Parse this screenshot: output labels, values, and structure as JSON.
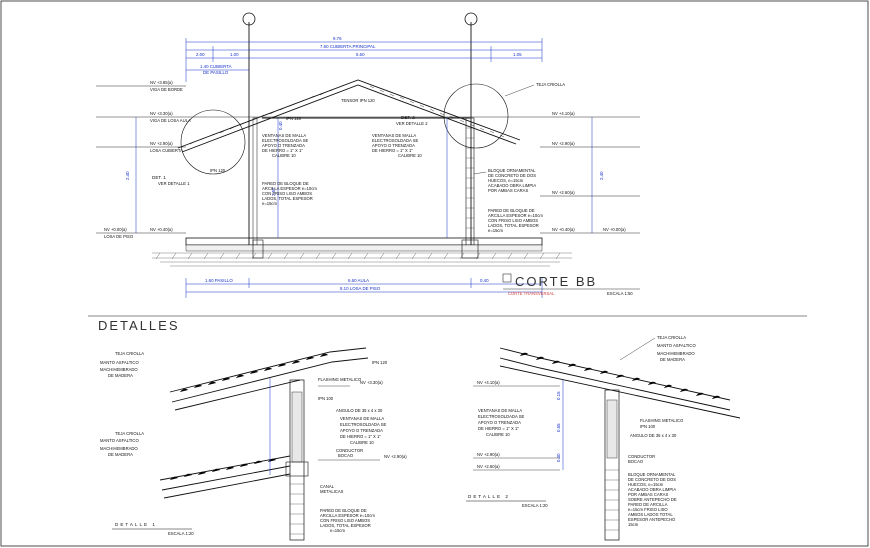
{
  "section": {
    "title": "CORTE BB",
    "subtitle": "CORTE TRANSVERSAL",
    "scale": "ESCALA 1:50",
    "top_dims": {
      "overall": "9.76",
      "cubierta_principal": "7.60 CUBIERTA PRINCIPAL",
      "left_a": "2.00",
      "left_b": "1.00",
      "mid": "5.60",
      "right": "1.05",
      "cubierta_left": "1.40 CUBIERTA",
      "cubierta_left2": "DE PASILLO"
    },
    "bottom_dims": {
      "pasillo": "1.60 PASILLO",
      "aula": "6.60 AULA",
      "end": "0.40",
      "total": "8.10 LOSA DE PISO"
    },
    "levels_left": [
      "NV +3.85(a)",
      "NV +3.30(a)",
      "NV +2.90(a)",
      "NV +0.40(a)",
      "NV +0.00(a)"
    ],
    "levels_right": [
      "NV +4.10(a)",
      "NV +2.90(a)",
      "NV +2.60(a)",
      "NV +0.40(a)",
      "NV +0.00(a)"
    ],
    "level_notes_left": [
      "VIGA DE BORDE",
      "VIGA DE LOSA AULA",
      "LOSA CUBIERTA",
      "LOSA DE PISO"
    ],
    "labels": {
      "teja": "TEJA CRIOLLA",
      "tensor": "TENSOR IPN 120",
      "ipn120": "IPN 120",
      "det1": "DET. 1",
      "det1_sub": "VER DETALLE 1",
      "det2": "DET. 2",
      "det2_sub": "VER DETALLE 2",
      "ventanas_1": "VENTANAS DE MALLA",
      "ventanas_2": "ELECTROSOLDADA SE",
      "ventanas_3": "APOYO O TRENZADA",
      "ventanas_4": "DE HIERRO = 1\" X 1\"",
      "ventanas_5": "CALIBRE 10",
      "pared_1": "PARED DE BLOQUE DE",
      "pared_2": "ARCILLA ESPESOR e=10cm",
      "pared_3": "CON FRISO LISO AMBOS",
      "pared_4": "LADOS, TOTAL ESPESOR",
      "pared_5": "e=15cm",
      "bloque_1": "BLOQUE ORNAMENTAL",
      "bloque_2": "DE CONCRETO DE DOS",
      "bloque_3": "HUECOS, e=15cm",
      "bloque_4": "ACABADO OBRA LIMPIA",
      "bloque_5": "POR AMBAS CARAS",
      "h_left": "2.40",
      "h_mid": "0.40",
      "h_wall": "2.57",
      "h_right": "2.40"
    }
  },
  "details": {
    "heading": "DETALLES",
    "detalle1": {
      "title": "DETALLE 1",
      "scale": "ESCALA 1:20",
      "labels": [
        "TEJA CRIOLLA",
        "MANTO ASFALTICO",
        "MACHIHEMBRADO",
        "DE MADERA",
        "IPN 120",
        "FLASHING METALICO",
        "IPN 100",
        "ANGULO DE 35 x 4 x 30",
        "VENTANAS DE MALLA",
        "ELECTROSOLDADA SE",
        "APOYO O TRENZADA",
        "DE HIERRO = 1\" X 1\"",
        "CALIBRE 10",
        "CONDUCTOR",
        "BOCAO",
        "CANAL",
        "METALICAS",
        "PARED DE BLOQUE DE",
        "ARCILLA ESPESOR e=10cm",
        "CON FRISO LISO AMBOS",
        "LADOS, TOTAL ESPESOR",
        "e=15cm",
        "TEJA CRIOLLA",
        "MANTO ASFALTICO",
        "MACHIHEMBRADO",
        "DE MADERA"
      ],
      "levels": [
        "NV +3.30(a)",
        "NV +2.90(a)"
      ]
    },
    "detalle2": {
      "title": "DETALLE 2",
      "scale": "ESCALA 1:20",
      "labels": [
        "TEJA CRIOLLA",
        "MANTO ASFALTICO",
        "MACHIHEMBRADO",
        "DE MADERA",
        "VENTANAS DE MALLA",
        "ELECTROSOLDADA SE",
        "APOYO O TRENZADA",
        "DE HIERRO = 1\" X 1\"",
        "CALIBRE 10",
        "FLASHING METALICO",
        "IPN 100",
        "ANGULO DE 35 x 4 x 30",
        "CONDUCTOR",
        "BOCAO",
        "BLOQUE ORNAMENTAL",
        "DE CONCRETO DE DOS",
        "HUECOS, e=15cm",
        "ACABADO OBRA LIMPIA",
        "POR AMBAS CARAS",
        "SOBRE ANTEPECHO DE",
        "PARED DE ARCILLA",
        "e=15cm FRISO LISO",
        "AMBOS LADOS TOTAL",
        "ESPESOR ANTEPECHO",
        "15cm"
      ],
      "levels": [
        "NV +4.10(a)",
        "NV +2.90(a)",
        "NV +2.60(a)"
      ],
      "dims": [
        "0.15",
        "0.55",
        "0.30",
        "0.25"
      ]
    }
  },
  "colors": {
    "line": "#111111",
    "dim": "#1530c8",
    "accent": "#d43c3c",
    "hatch": "#555555"
  }
}
